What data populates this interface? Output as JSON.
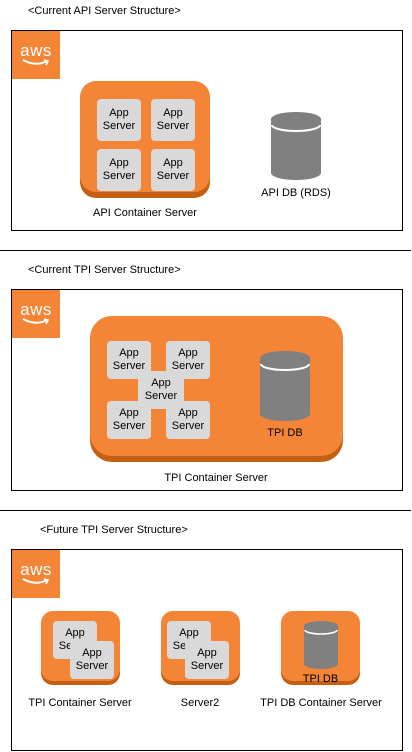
{
  "sections": [
    {
      "title": "<Current API Server Structure>",
      "container_label": "API Container Server",
      "app_server_label": "App\nServer",
      "db_label": "API DB (RDS)"
    },
    {
      "title": "<Current TPI Server Structure>",
      "container_label": "TPI Container Server",
      "app_server_label": "App\nServer",
      "db_label": "TPI DB"
    },
    {
      "title": "<Future TPI Server Structure>",
      "container1_label": "TPI Container Server",
      "container2_label": "Server2",
      "container3_label": "TPI DB Container Server",
      "app_server_label": "App\nServer",
      "db_label": "TPI DB"
    }
  ],
  "logo_text": "aws",
  "colors": {
    "aws_orange": "#f58536",
    "shadow_orange": "#c45f13",
    "app_server_gray": "#d9d9d9",
    "db_gray": "#808080"
  }
}
